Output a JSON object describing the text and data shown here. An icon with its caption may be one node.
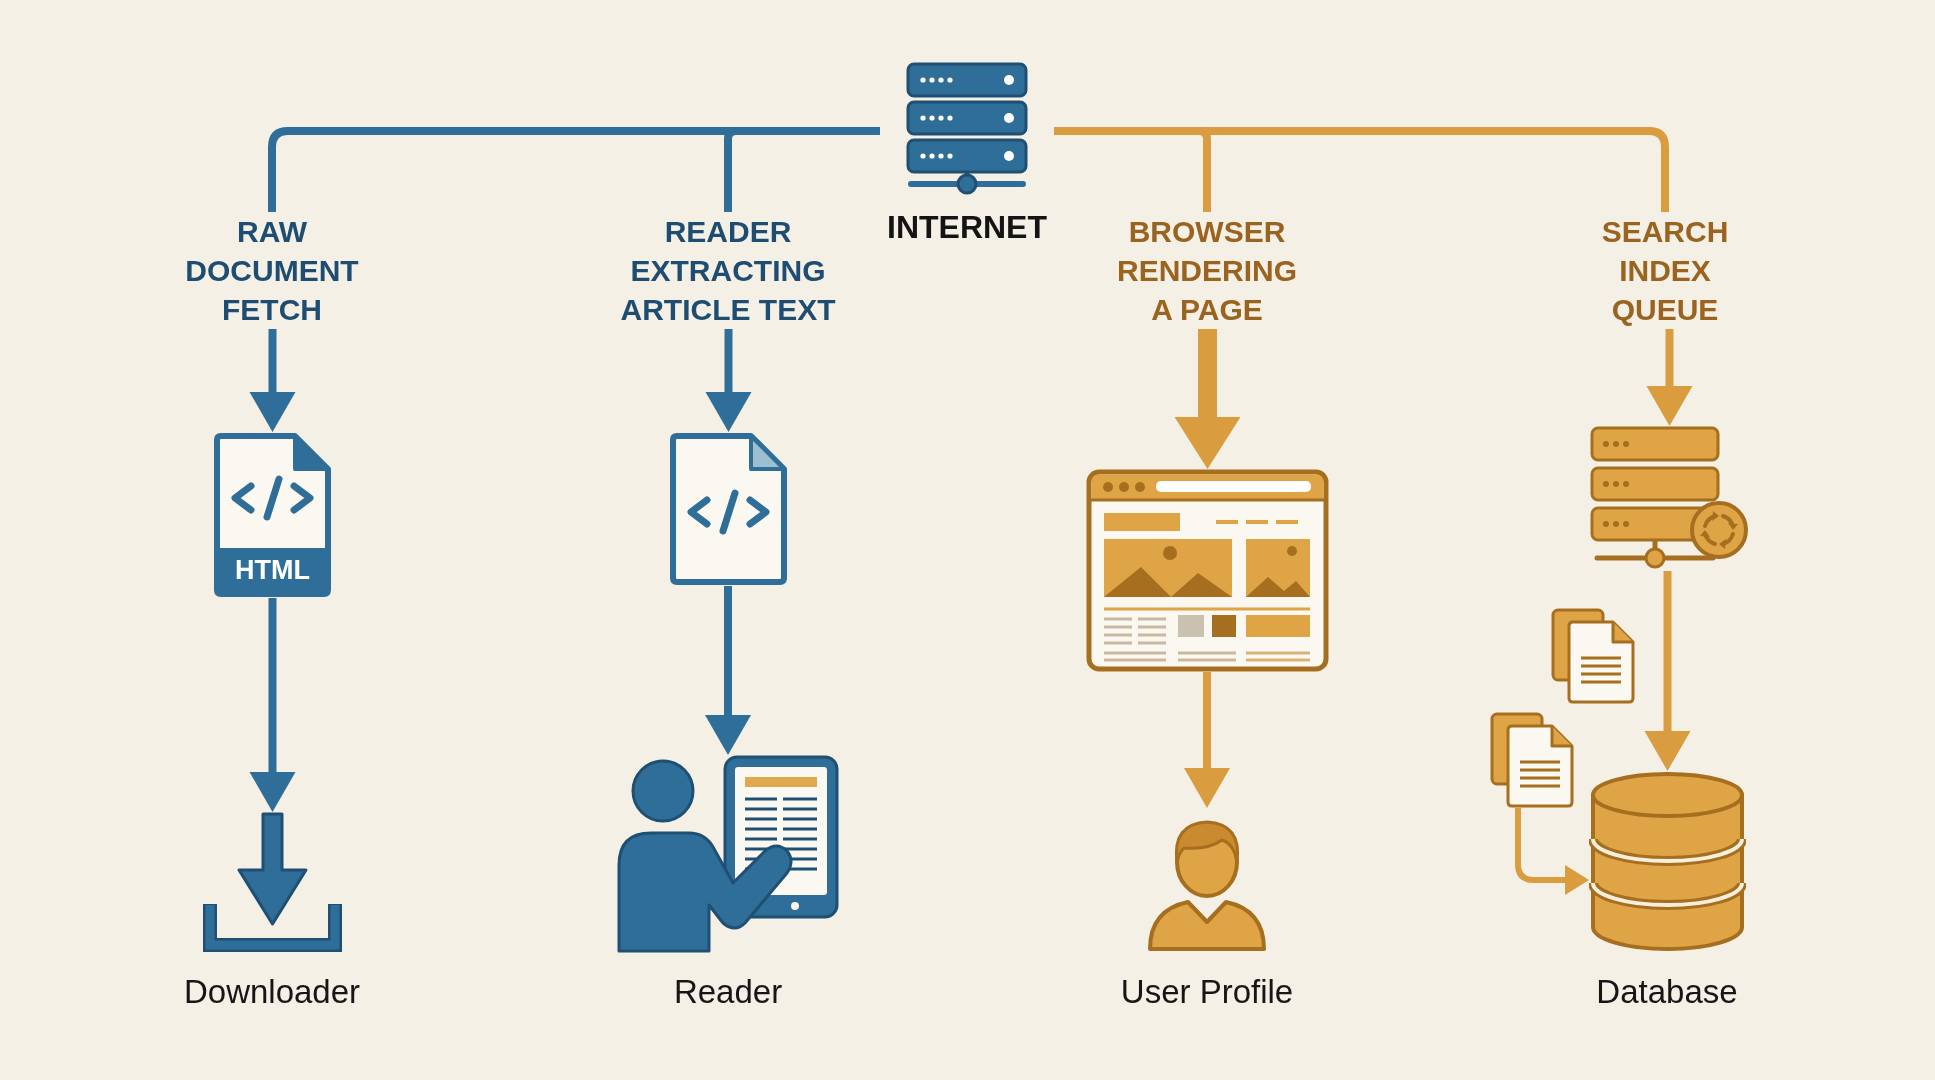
{
  "diagram": {
    "nodes": [
      {
        "text": [
          "INTERNET"
        ]
      },
      {
        "text": [
          "RAW DOCUMENT FETCH"
        ]
      },
      {
        "text": [
          "HTML"
        ]
      },
      {
        "text": [],
        "shape": "picture",
        "beside": [
          "Downloader"
        ]
      },
      {
        "text": [
          "READER EXTRACTING ARTICLE TEXT"
        ]
      },
      {
        "text": [],
        "shape": "picture"
      },
      {
        "text": [],
        "shape": "picture",
        "beside": [
          "Reader"
        ]
      },
      {
        "text": [
          "BROWSER RENDERING A PAGE"
        ]
      },
      {
        "text": [],
        "shape": "picture"
      },
      {
        "text": [],
        "shape": "person",
        "beside": [
          "User Profile"
        ]
      },
      {
        "text": [
          "SEARCH INDEX QUEUE"
        ]
      },
      {
        "text": [],
        "shape": "picture"
      },
      {
        "text": [],
        "shape": "picture"
      },
      {
        "text": [],
        "shape": "picture"
      },
      {
        "text": [],
        "shape": "cylinder",
        "beside": [
          "Database"
        ]
      }
    ],
    "edges": [
      {
        "from": 0,
        "to": 1,
        "arrow": "none",
        "color": "#2f6e98"
      },
      {
        "from": 1,
        "to": 2,
        "arrow": "to",
        "color": "#2f6e98"
      },
      {
        "from": 2,
        "to": 3,
        "arrow": "to",
        "color": "#2f6e98"
      },
      {
        "from": 0,
        "to": 4,
        "arrow": "none",
        "color": "#2f6e98"
      },
      {
        "from": 4,
        "to": 5,
        "arrow": "to",
        "color": "#2f6e98"
      },
      {
        "from": 5,
        "to": 6,
        "arrow": "to",
        "color": "#2f6e98"
      },
      {
        "from": 0,
        "to": 7,
        "arrow": "none"
      },
      {
        "from": 7,
        "to": 8,
        "arrow": "to",
        "style": "thick"
      },
      {
        "from": 8,
        "to": 9,
        "arrow": "to"
      },
      {
        "from": 0,
        "to": 10,
        "arrow": "none"
      },
      {
        "from": 10,
        "to": 11,
        "arrow": "to"
      },
      {
        "from": 11,
        "to": 14,
        "arrow": "to"
      },
      {
        "from": 13,
        "to": 14,
        "arrow": "to"
      }
    ]
  }
}
